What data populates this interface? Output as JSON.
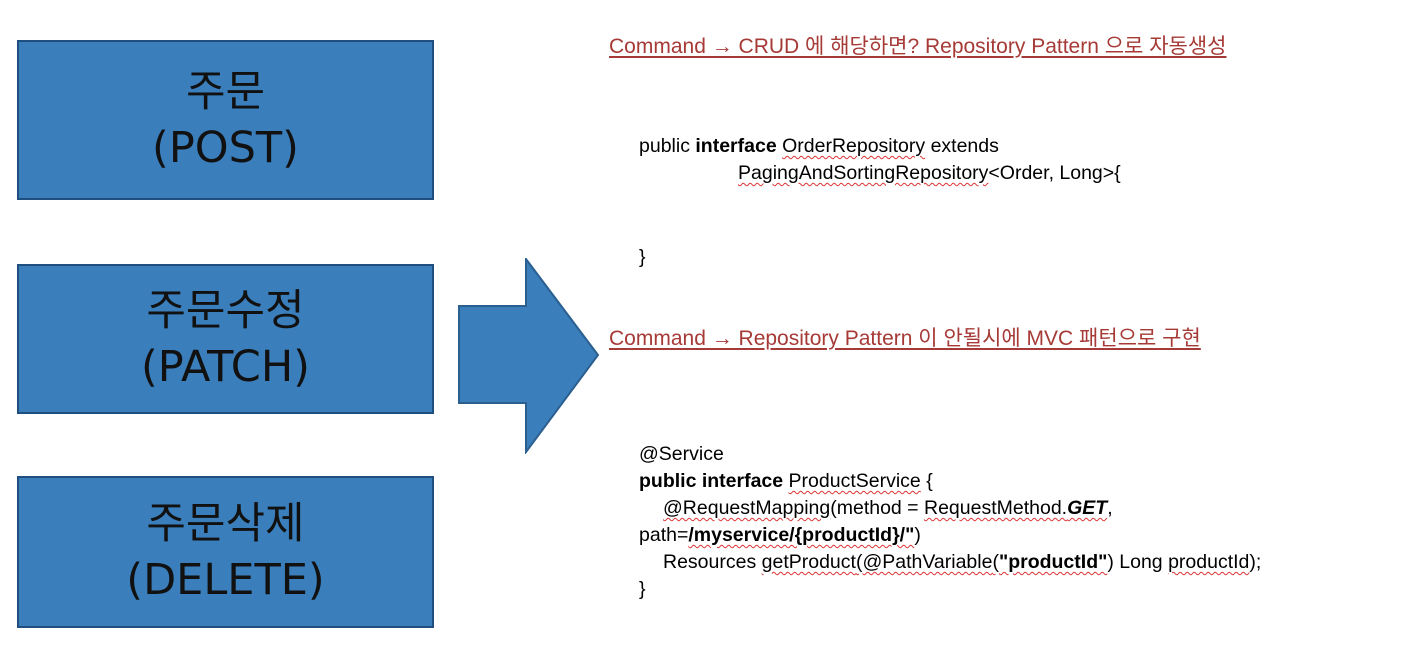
{
  "boxes": [
    {
      "line1": "주문",
      "line2": "(POST)"
    },
    {
      "line1": "주문수정",
      "line2": "(PATCH)"
    },
    {
      "line1": "주문삭제",
      "line2": "(DELETE)"
    }
  ],
  "colors": {
    "box_fill": "#3a7ebb",
    "box_border": "#1f4f7e",
    "heading": "#a63a36",
    "arrow_fill": "#3a7ebb"
  },
  "headings": {
    "h1": "Command →  CRUD 에 해당하면? Repository Pattern 으로 자동생성",
    "h2": "Command → Repository Pattern 이 안될시에 MVC 패턴으로 구현"
  },
  "code1": {
    "l1_public": "public ",
    "l1_interface": "interface",
    "l1_name": "OrderRepository",
    "l1_extends": " extends",
    "l2_paging": "PagingAndSortingRepository",
    "l2_generic": "<Order, Long>{",
    "l3_close": "}"
  },
  "code2": {
    "annotation": "@Service",
    "sig_kw": "public interface",
    "sig_name": "ProductService",
    "sig_brace": " {",
    "rm_annot": "@RequestMapping",
    "rm_method": "(method = ",
    "rm_class": "RequestMethod.",
    "rm_get": "GET",
    "rm_comma": ",",
    "path_prefix": "path=",
    "path_value": "/myservice/{productId}/\"",
    "path_close": ")",
    "res_type": "Resources ",
    "res_fn": "getProduct",
    "res_paren": "(",
    "res_pv": "@PathVariable",
    "res_open": "(",
    "res_str": "\"productId\"",
    "res_long": ") Long ",
    "res_param": "productId",
    "res_end": ");",
    "close": "}"
  }
}
